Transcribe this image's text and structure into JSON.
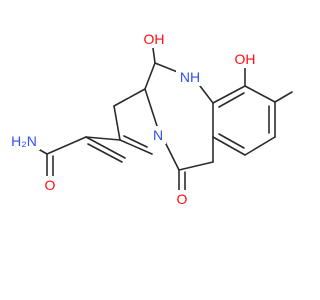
{
  "molecule": {
    "atoms": {
      "amide_N": {
        "text": "H₂N",
        "element": "N"
      },
      "amide_O": {
        "text": "O",
        "element": "O"
      },
      "ring_N": {
        "text": "N",
        "element": "N"
      },
      "lactam_O": {
        "text": "O",
        "element": "O"
      },
      "oh_left": {
        "text": "OH",
        "element": "O"
      },
      "nh": {
        "text": "NH",
        "element": "N"
      },
      "oh_right": {
        "text": "OH",
        "element": "O"
      }
    },
    "colors": {
      "bond": "#2b2b2b",
      "oxygen": "#ff0d0d",
      "nitrogen": "#3050f8",
      "background": "#ffffff"
    }
  }
}
